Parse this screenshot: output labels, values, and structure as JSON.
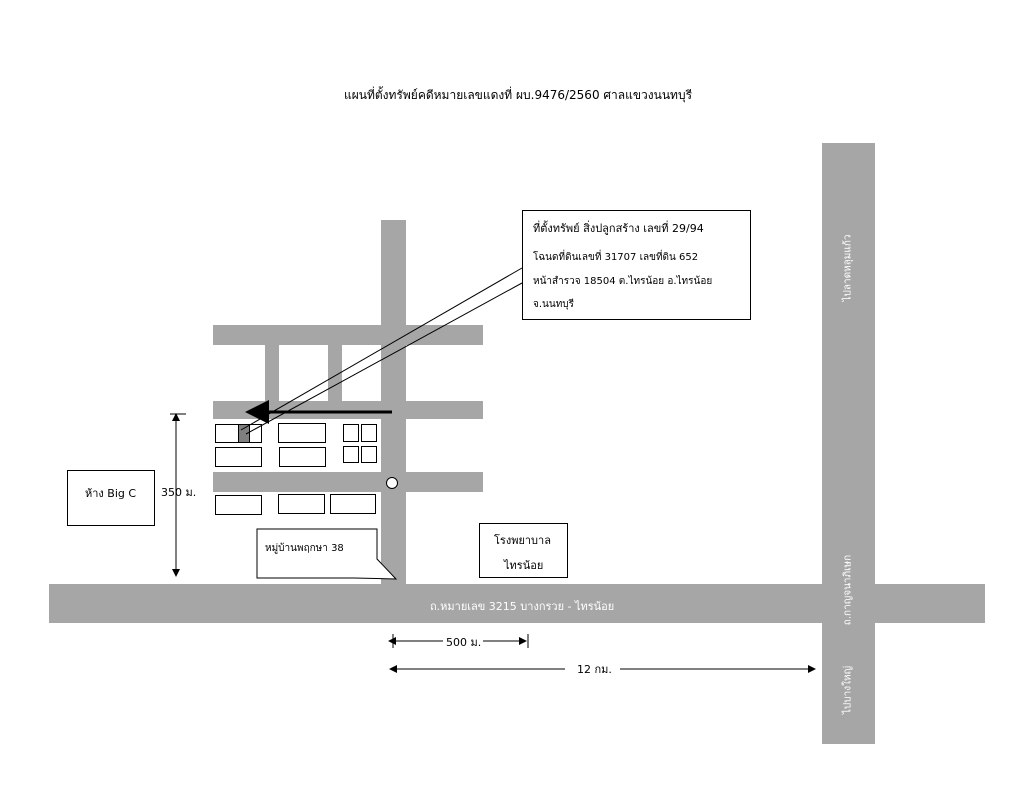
{
  "title": "แผนที่ตั้งทรัพย์คดีหมายเลขแดงที่ ผบ.9476/2560  ศาลแขวงนนทบุรี",
  "property_box": {
    "line1": "ที่ตั้งทรัพย์ สิ่งปลูกสร้าง เลขที่ 29/94",
    "line2": "โฉนดที่ดินเลขที่ 31707    เลขที่ดิน 652",
    "line3": "หน้าสำรวจ 18504    ต.ไทรน้อย   อ.ไทรน้อย",
    "line4": "จ.นนทบุรี"
  },
  "bigc_label": "ห้าง Big C",
  "distance_350": "350 ม.",
  "village_label": "หมู่บ้านพฤกษา 38",
  "hospital": {
    "line1": "โรงพยาบาล",
    "line2": "ไทรน้อย"
  },
  "main_road_label": "ถ.หมายเลข 3215  บางกรวย  -  ไทรน้อย",
  "distance_500": "500 ม.",
  "distance_12km": "12 กม.",
  "vertical_road": {
    "top_label": "ไปลาดหลุมแก้ว",
    "mid_label": "ถ.กาญจนาภิเษก",
    "bottom_label": "ไปบางใหญ่"
  }
}
